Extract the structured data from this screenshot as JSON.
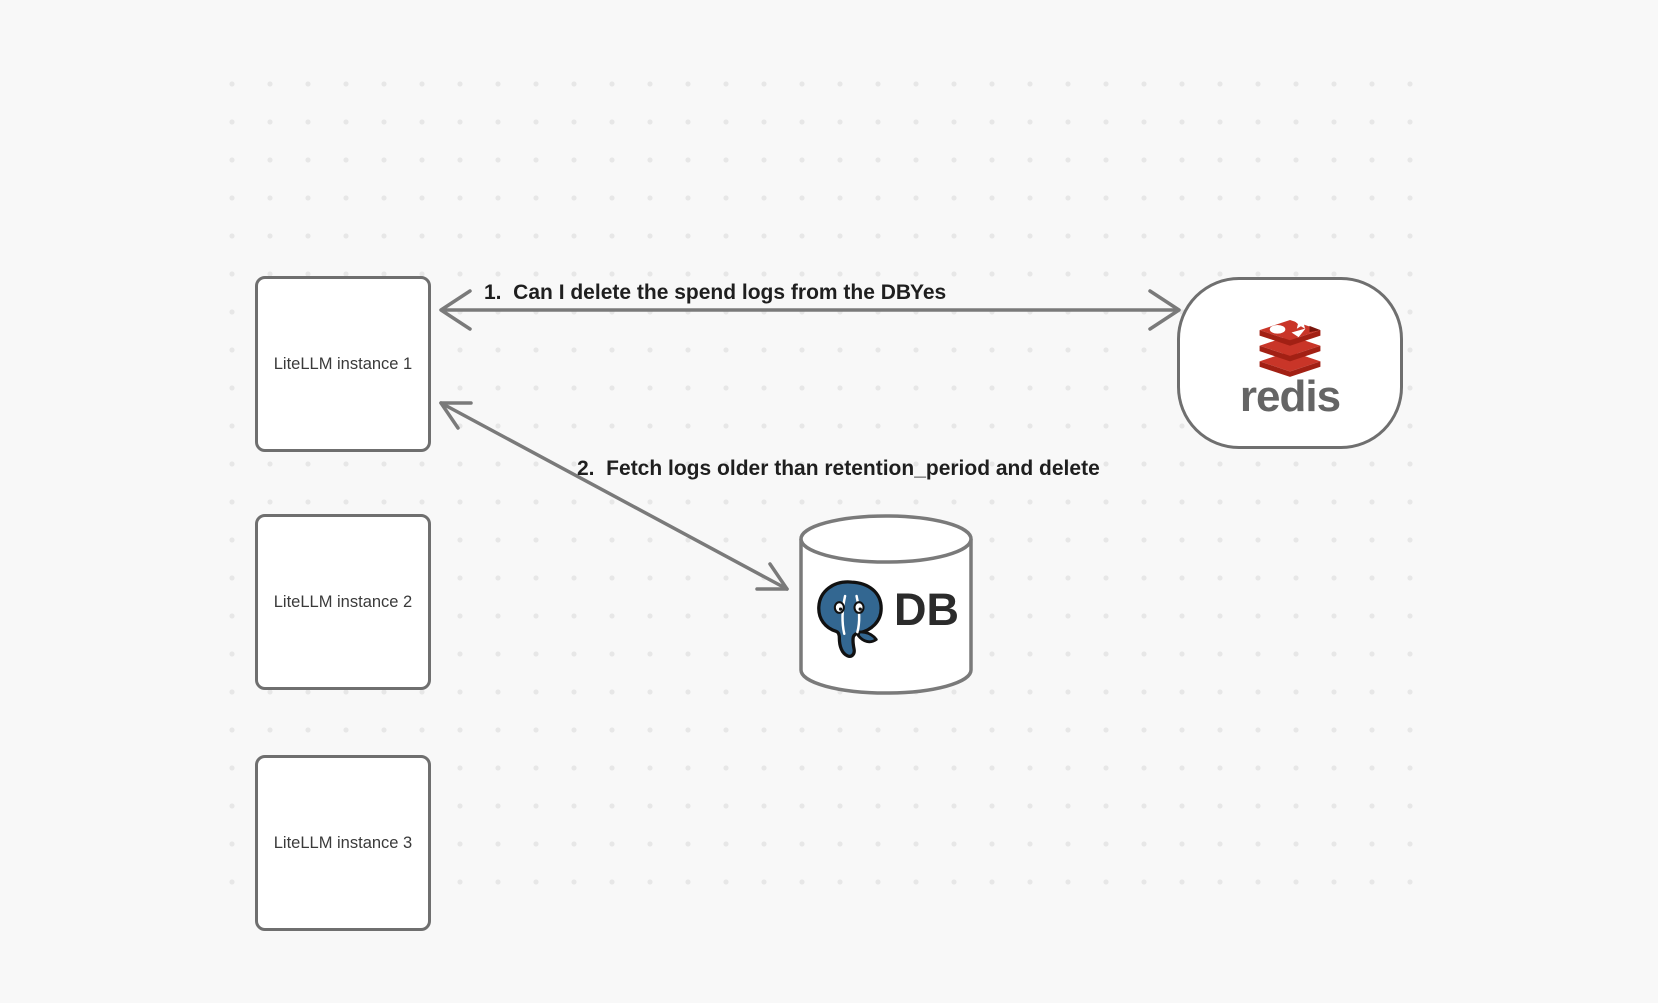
{
  "diagram": {
    "nodes": {
      "instances": [
        {
          "label": "LiteLLM instance 1"
        },
        {
          "label": "LiteLLM instance 2"
        },
        {
          "label": "LiteLLM instance 3"
        }
      ],
      "redis": {
        "label": "redis",
        "icon": "redis-logo-icon"
      },
      "database": {
        "label": "DB",
        "icon": "postgresql-elephant-icon"
      }
    },
    "edges": [
      {
        "label": "1.  Can I delete the spend logs from the DB",
        "response": "Yes",
        "from": "LiteLLM instance 1",
        "to": "redis",
        "direction": "bidirectional"
      },
      {
        "label": "2.  Fetch logs older than retention_period and delete",
        "from": "LiteLLM instance 1",
        "to": "DB",
        "direction": "bidirectional"
      }
    ],
    "colors": {
      "background": "#f8f8f8",
      "dot_grid": "#e7e7e7",
      "shape_border": "#6f6f6f",
      "shape_fill": "#ffffff",
      "arrow": "#7a7a7a",
      "edge_label_text": "#1f1f1f",
      "box_label_text": "#3a3a3a",
      "redis_red": "#c93528",
      "redis_red_dark": "#a22014",
      "redis_wordmark": "#656565",
      "postgres_blue": "#336791",
      "db_label_text": "#2b2b2b"
    }
  }
}
